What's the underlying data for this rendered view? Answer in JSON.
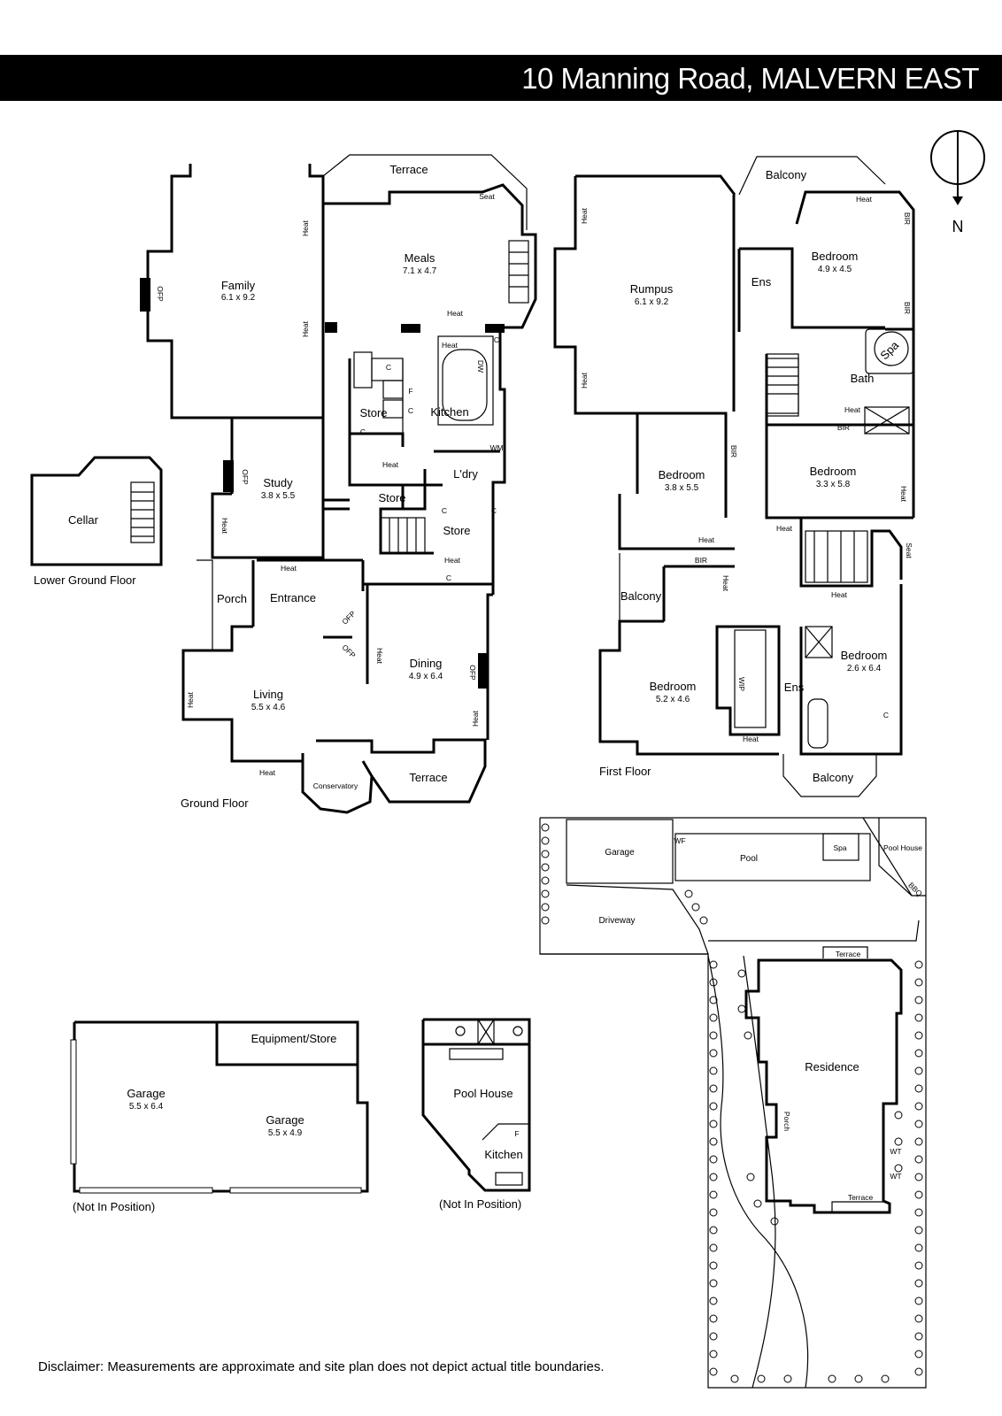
{
  "header": {
    "title": "10 Manning Road, MALVERN EAST"
  },
  "compass": {
    "label": "N"
  },
  "floors": {
    "ground": "Ground Floor",
    "first": "First Floor",
    "lower": "Lower Ground Floor"
  },
  "ground_rooms": {
    "family": {
      "name": "Family",
      "size": "6.1 x 9.2"
    },
    "meals": {
      "name": "Meals",
      "size": "7.1 x 4.7"
    },
    "terrace_top": "Terrace",
    "seat": "Seat",
    "kitchen": "Kitchen",
    "store1": "Store",
    "store2": "Store",
    "store3": "Store",
    "laundry": "L'dry",
    "study": {
      "name": "Study",
      "size": "3.8 x 5.5"
    },
    "porch": "Porch",
    "entrance": "Entrance",
    "dining": {
      "name": "Dining",
      "size": "4.9 x 6.4"
    },
    "living": {
      "name": "Living",
      "size": "5.5 x 4.6"
    },
    "conservatory": "Conservatory",
    "terrace_bottom": "Terrace"
  },
  "lower_rooms": {
    "cellar": "Cellar"
  },
  "first_rooms": {
    "balcony_top": "Balcony",
    "rumpus": {
      "name": "Rumpus",
      "size": "6.1 x 9.2"
    },
    "bed_ne": {
      "name": "Bedroom",
      "size": "4.9 x 4.5"
    },
    "ens_top": "Ens",
    "bath": "Bath",
    "spa": "Spa",
    "bir1": "BIR",
    "bir2": "BIR",
    "bir3": "BIR",
    "bir4": "BIR",
    "bir5": "BIR",
    "bed_w": {
      "name": "Bedroom",
      "size": "3.8 x 5.5"
    },
    "bed_e": {
      "name": "Bedroom",
      "size": "3.3 x 5.8"
    },
    "seat": "Seat",
    "balcony_mid": "Balcony",
    "bed_se": {
      "name": "Bedroom",
      "size": "2.6 x 6.4"
    },
    "bed_sw": {
      "name": "Bedroom",
      "size": "5.2 x 4.6"
    },
    "wip": "WIP",
    "ens_bottom": "Ens",
    "balcony_bottom": "Balcony"
  },
  "fixtures": {
    "heat": "Heat",
    "ofp": "OFP",
    "c": "C",
    "f": "F",
    "dw": "DW",
    "wm": "WM"
  },
  "outbuildings": {
    "equipment_store": "Equipment/Store",
    "garage1": {
      "name": "Garage",
      "size": "5.5 x 6.4"
    },
    "garage2": {
      "name": "Garage",
      "size": "5.5 x 4.9"
    },
    "not_in_position_1": "(Not In Position)",
    "pool_house": "Pool House",
    "kitchen": "Kitchen",
    "f": "F",
    "not_in_position_2": "(Not In Position)"
  },
  "site_plan": {
    "garage": "Garage",
    "wf": "WF",
    "pool": "Pool",
    "spa": "Spa",
    "pool_house": "Pool House",
    "bbq": "BBQ",
    "driveway": "Driveway",
    "terrace_top": "Terrace",
    "residence": "Residence",
    "porch": "Porch",
    "wt1": "WT",
    "wt2": "WT",
    "terrace_bottom": "Terrace"
  },
  "disclaimer": "Disclaimer: Measurements are approximate and site plan does not depict actual title boundaries."
}
